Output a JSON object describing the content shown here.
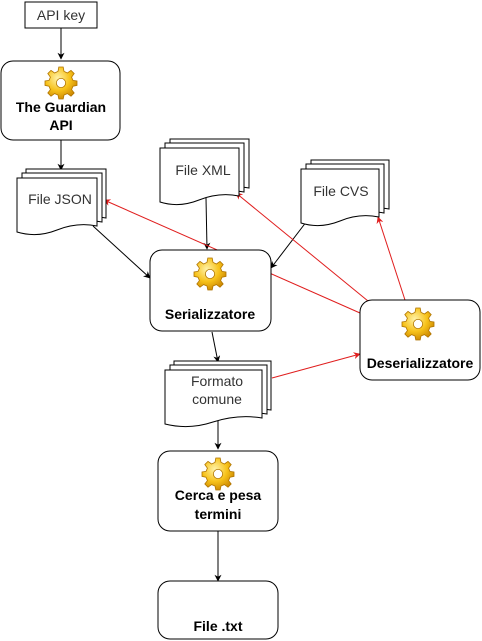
{
  "nodes": {
    "api_key": "API key",
    "guardian": [
      "The Guardian",
      "API"
    ],
    "file_json": "File JSON",
    "file_xml": "File XML",
    "file_cvs": "File CVS",
    "serializzatore": "Serializzatore",
    "deserializzatore": "Deserializzatore",
    "formato_comune": [
      "Formato",
      "comune"
    ],
    "cerca": [
      "Cerca e pesa",
      "termini"
    ],
    "file_txt": "File .txt"
  },
  "colors": {
    "edge_black": "#000000",
    "edge_red": "#e01e1e",
    "gear": "#f5b800"
  },
  "icons": [
    "gear-icon"
  ]
}
